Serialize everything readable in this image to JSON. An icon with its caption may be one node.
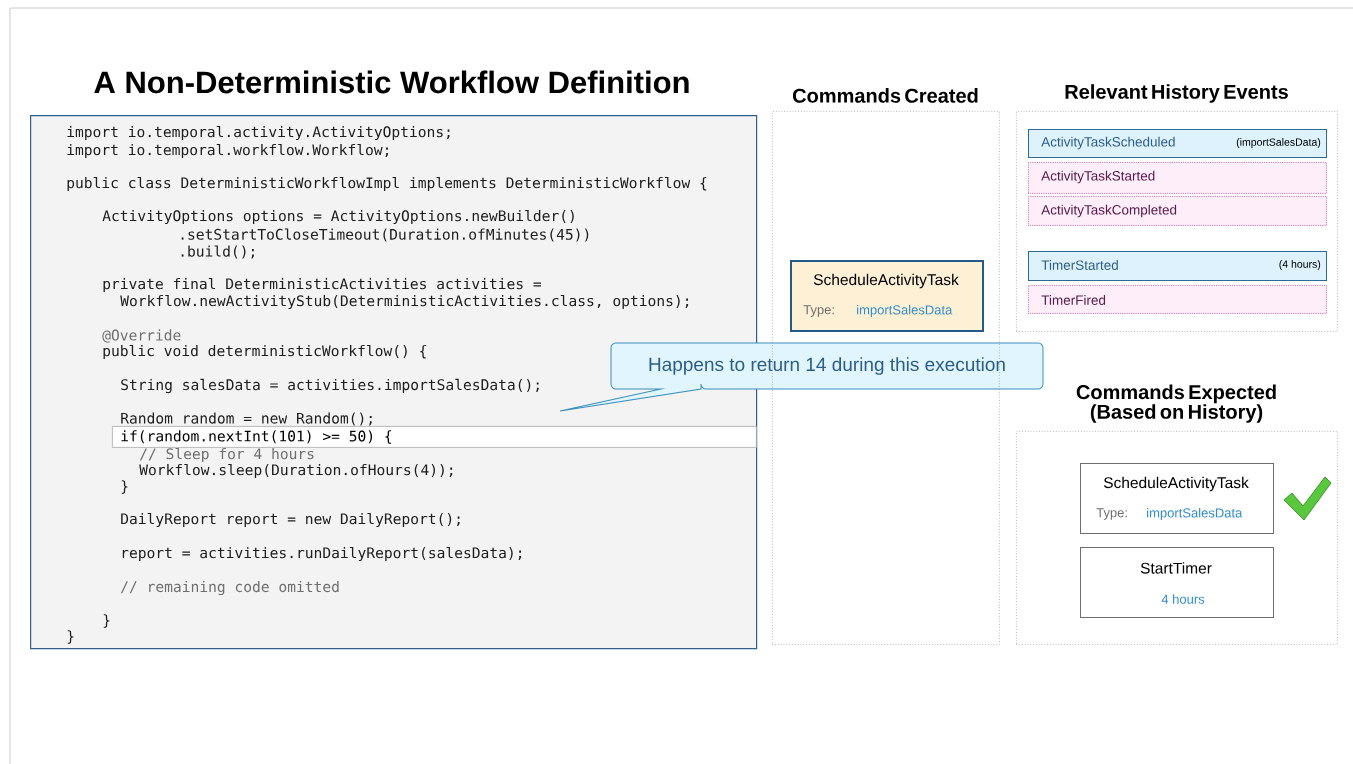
{
  "diagram": {
    "title": "A Non-Deterministic Workflow Definition",
    "nodes": [
      {
        "text": [
          "import io.temporal.activity.ActivityOptions;",
          "import io.temporal.workflow.Workflow;",
          "public class DeterministicWorkflowImpl implements DeterministicWorkflow {",
          "ActivityOptions options = ActivityOptions.newBuilder()",
          ".setStartToCloseTimeout(Duration.ofMinutes(45))",
          ".build();",
          "private final DeterministicActivities activities =",
          "Workflow.newActivityStub(DeterministicActivities.class, options);",
          "@Override",
          "public void deterministicWorkflow() {",
          "String salesData = activities.importSalesData();",
          "Random random = new Random();",
          "// Sleep for 4 hours",
          "Workflow.sleep(Duration.ofHours(4));",
          "}",
          "DailyReport report = new DailyReport();",
          "report = activities.runDailyReport(salesData);",
          "// remaining code omitted",
          "}",
          "}"
        ]
      },
      {
        "text": [
          "if(random.nextInt(101) >= 50) {"
        ],
        "in": 0
      },
      {
        "text": [
          "Happens to return 14 during this execution"
        ]
      },
      {
        "text": [
          "Commands Created"
        ]
      },
      {
        "text": [
          "ScheduleActivityTask",
          "Type:",
          "importSalesData"
        ],
        "in": 3
      },
      {
        "text": [
          "Relevant History Events"
        ]
      },
      {
        "text": [
          "ActivityTaskScheduled",
          "(importSalesData)"
        ],
        "in": 5
      },
      {
        "text": [
          "ActivityTaskStarted"
        ],
        "in": 5
      },
      {
        "text": [
          "ActivityTaskCompleted"
        ],
        "in": 5
      },
      {
        "text": [
          "TimerStarted",
          "(4 hours)"
        ],
        "in": 5
      },
      {
        "text": [
          "TimerFired"
        ],
        "in": 5
      },
      {
        "text": [
          "Commands Expected (Based on History)"
        ]
      },
      {
        "text": [
          "ScheduleActivityTask",
          "Type:",
          "importSalesData"
        ],
        "in": 11
      },
      {
        "text": [
          "StartTimer",
          "4 hours"
        ],
        "in": 11
      }
    ]
  }
}
